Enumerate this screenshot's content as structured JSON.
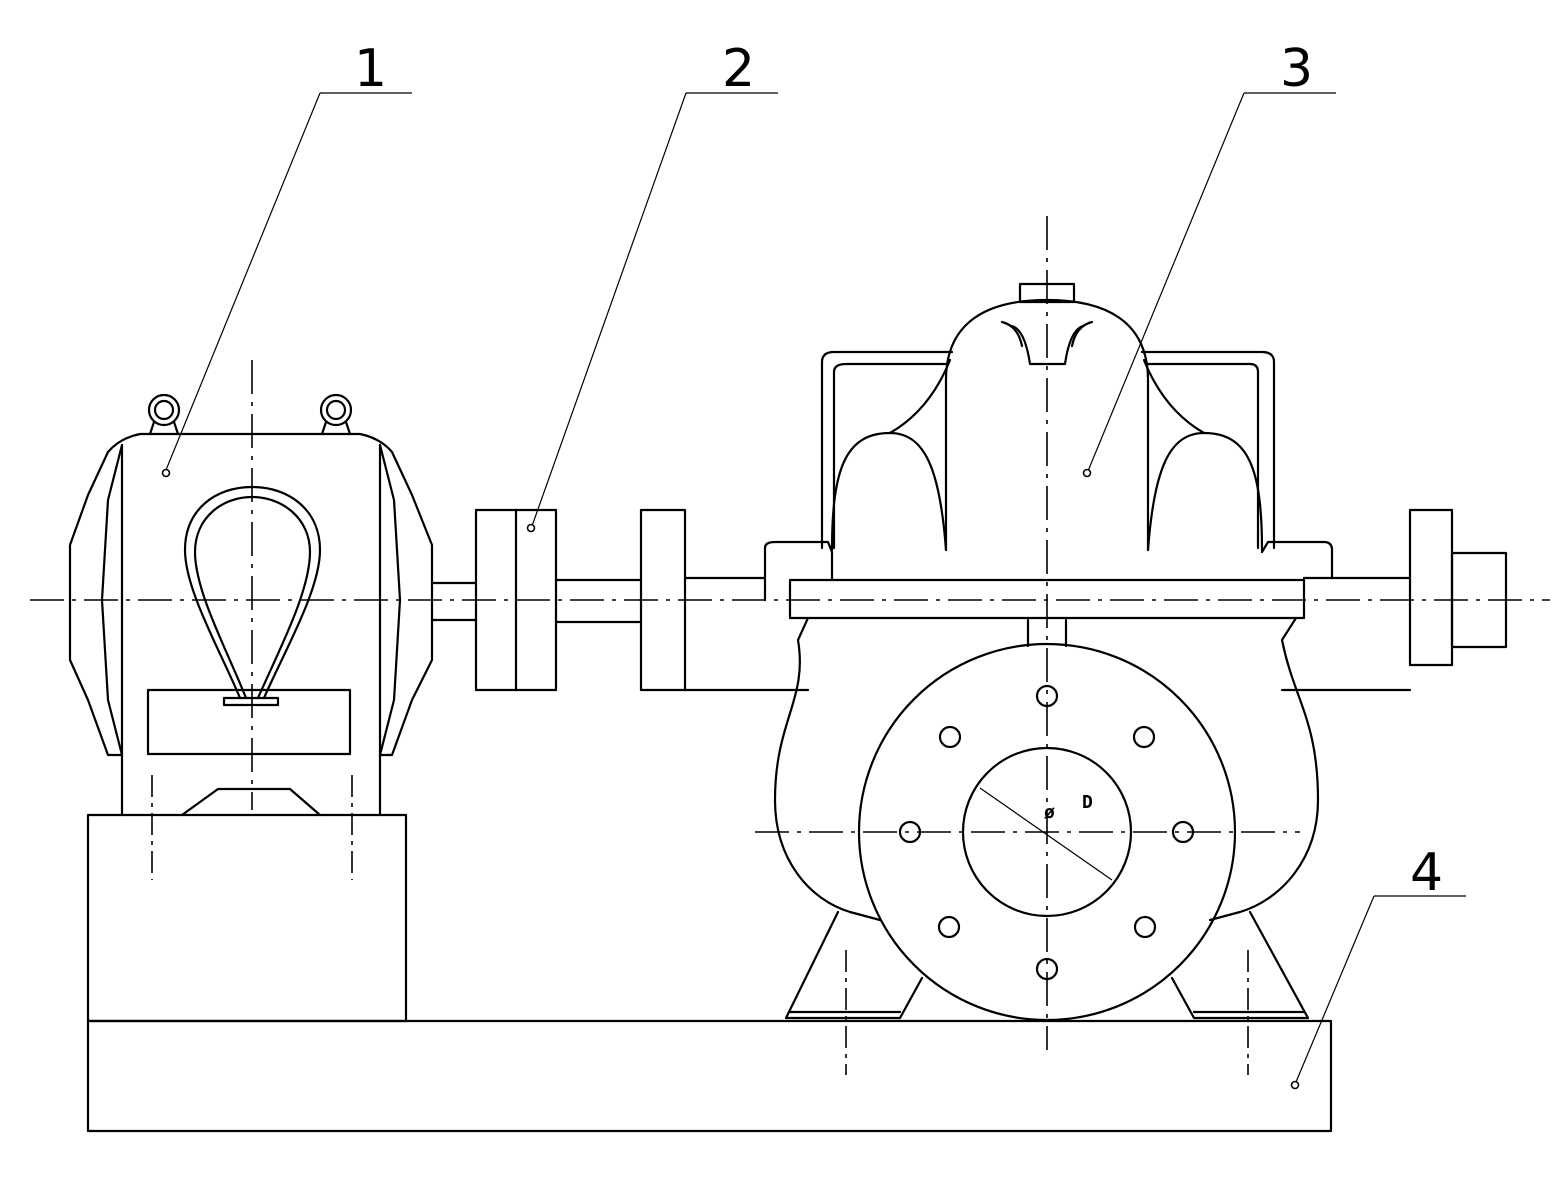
{
  "callouts": [
    {
      "id": "1",
      "label": "1"
    },
    {
      "id": "2",
      "label": "2"
    },
    {
      "id": "3",
      "label": "3"
    },
    {
      "id": "4",
      "label": "4"
    }
  ],
  "dimension_label": "D",
  "colors": {
    "line": "#000000",
    "background": "#ffffff"
  }
}
